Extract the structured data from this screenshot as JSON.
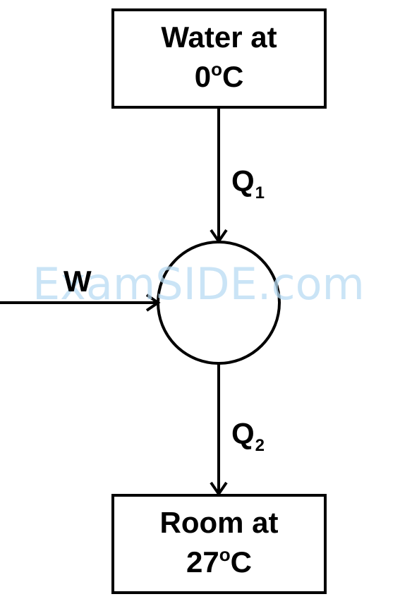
{
  "diagram": {
    "source_box": {
      "line1": "Water at",
      "value": "0",
      "degree": "o",
      "unit": "C"
    },
    "sink_box": {
      "line1": "Room at",
      "value": "27",
      "degree": "o",
      "unit": "C"
    },
    "heat_in": {
      "symbol": "Q",
      "subscript": "1"
    },
    "heat_out": {
      "symbol": "Q",
      "subscript": "2"
    },
    "work": {
      "symbol": "W"
    },
    "watermark": "ExamSIDE.com",
    "colors": {
      "stroke": "#000000",
      "background": "#ffffff",
      "watermark": "#b9dcf3"
    }
  }
}
